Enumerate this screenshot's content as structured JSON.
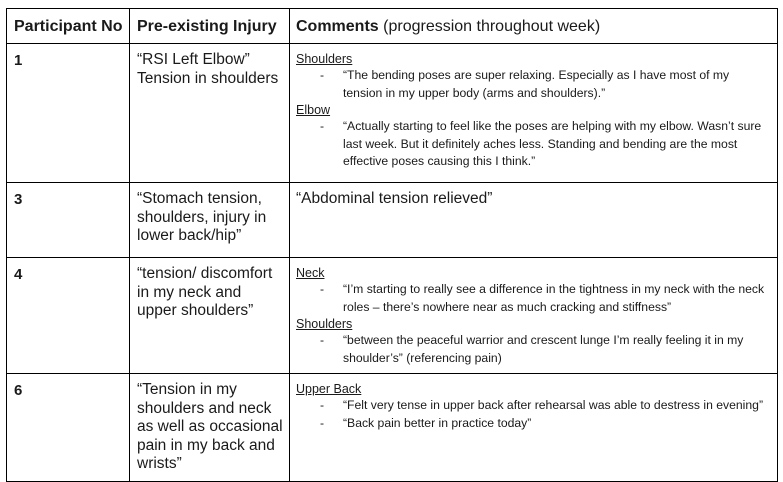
{
  "headers": {
    "participant": "Participant No",
    "injury": "Pre-existing Injury",
    "comments_bold": "Comments",
    "comments_rest": " (progression throughout week)"
  },
  "rows": [
    {
      "participant": "1",
      "injury": "“RSI Left Elbow” Tension in shoulders",
      "sections": [
        {
          "title": "Shoulders",
          "items": [
            "“The bending poses are super relaxing. Especially as I have most of my tension in my upper body (arms and shoulders).”"
          ]
        },
        {
          "title": "Elbow",
          "items": [
            "“Actually starting to feel like the poses are helping with my elbow. Wasn’t sure last week. But it definitely aches less. Standing and bending are the most effective poses causing this I think.”"
          ]
        }
      ]
    },
    {
      "participant": "3",
      "injury": "“Stomach tension, shoulders, injury in lower back/hip”",
      "plain_comment": "“Abdominal tension relieved”"
    },
    {
      "participant": "4",
      "injury": "“tension/ discomfort in my neck and upper shoulders”",
      "sections": [
        {
          "title": "Neck",
          "items": [
            "“I’m starting to really see a difference in the tightness in my neck with the neck roles – there’s nowhere near as much cracking and stiffness”"
          ]
        },
        {
          "title": "Shoulders",
          "items": [
            "“between the peaceful warrior and crescent lunge I’m really feeling it in my shoulder’s” (referencing pain)"
          ]
        }
      ]
    },
    {
      "participant": "6",
      "injury": "“Tension in my shoulders and neck as well as occasional pain in my back and wrists”",
      "sections": [
        {
          "title": "Upper Back",
          "items": [
            "“Felt very tense in upper back after rehearsal was able to destress in evening”",
            "“Back pain better in practice today”"
          ]
        }
      ]
    }
  ],
  "bullet_dash": "-"
}
